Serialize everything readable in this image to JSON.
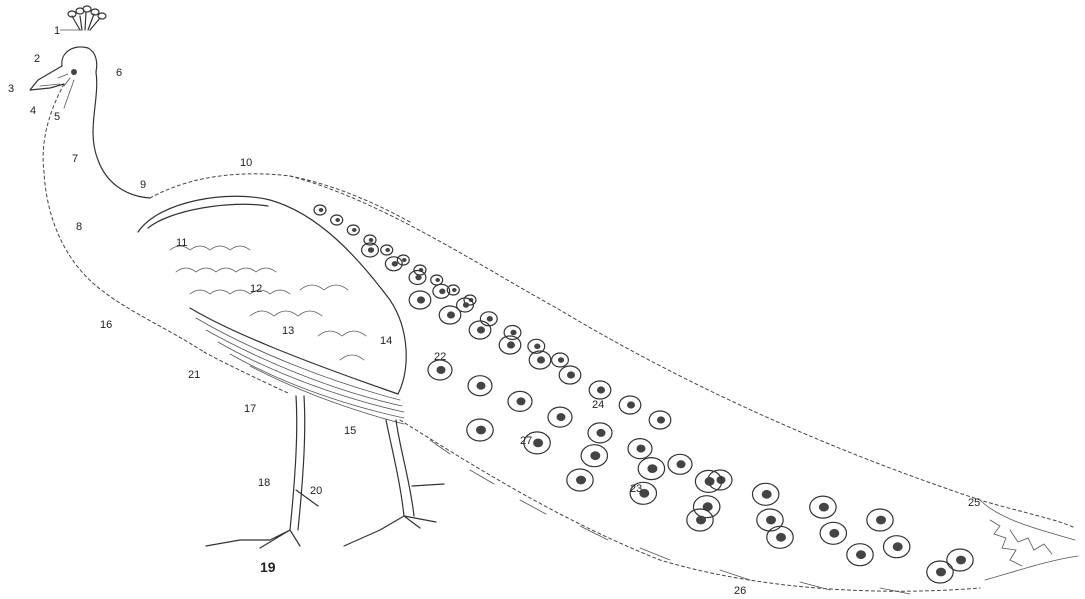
{
  "diagram": {
    "labels": [
      "1",
      "2",
      "3",
      "4",
      "5",
      "6",
      "7",
      "8",
      "9",
      "10",
      "11",
      "12",
      "13",
      "14",
      "15",
      "16",
      "17",
      "18",
      "19",
      "20",
      "21",
      "22",
      "23",
      "24",
      "25",
      "26",
      "27"
    ]
  },
  "colors": {
    "ink": "#333333",
    "background": "#ffffff"
  }
}
